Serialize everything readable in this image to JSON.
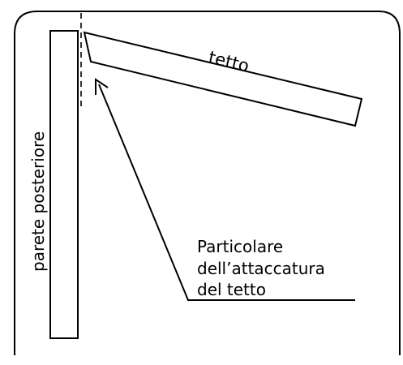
{
  "labels": {
    "roof": "tetto",
    "back_wall": "parete posteriore",
    "detail_line1": "Particolare",
    "detail_line2": "dell’attaccatura",
    "detail_line3": "del tetto"
  },
  "colors": {
    "ink": "#000000",
    "background": "#ffffff"
  }
}
